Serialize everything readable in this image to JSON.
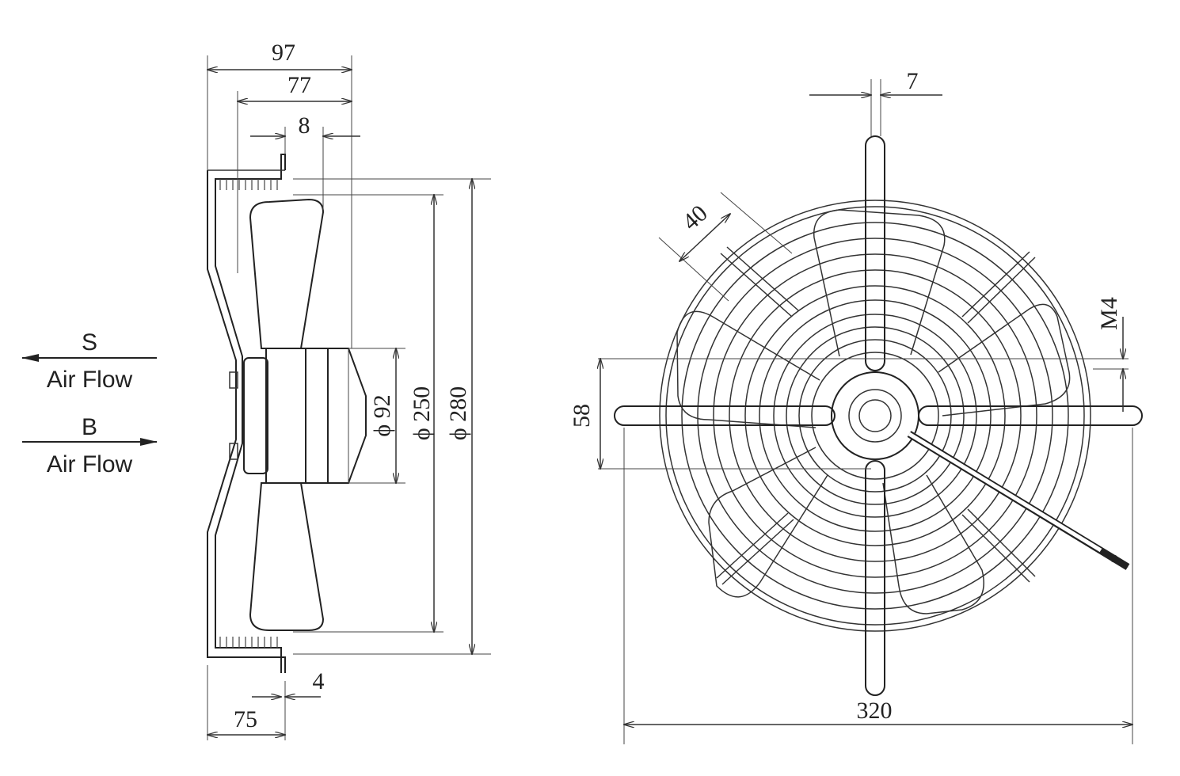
{
  "airflow": {
    "suction_letter": "S",
    "suction_label": "Air Flow",
    "blow_letter": "B",
    "blow_label": "Air Flow"
  },
  "side_view": {
    "dim_97": "97",
    "dim_77": "77",
    "dim_8": "8",
    "dim_4": "4",
    "dim_75": "75",
    "dia_92": "ϕ 92",
    "dia_250": "ϕ 250",
    "dia_280": "ϕ 280"
  },
  "front_view": {
    "dim_7": "7",
    "dim_40": "40",
    "thread_m4": "M4",
    "dim_58": "58",
    "dim_320": "320"
  }
}
